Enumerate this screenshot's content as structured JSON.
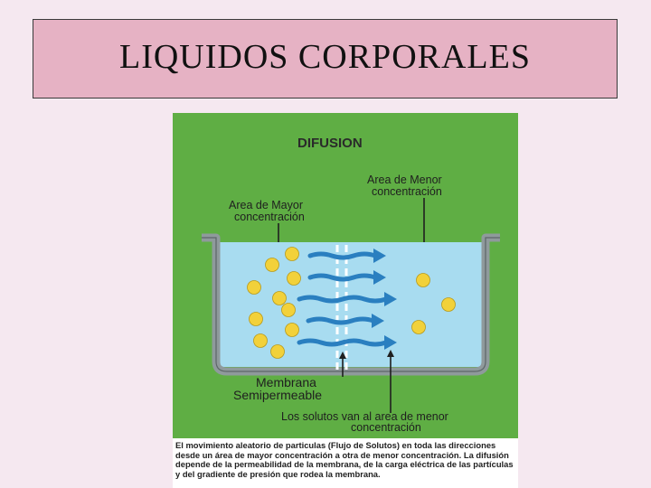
{
  "slide": {
    "title": "LIQUIDOS CORPORALES"
  },
  "diagram": {
    "heading": "DIFUSION",
    "label_low_line1": "Area de Menor",
    "label_low_line2": "concentración",
    "label_high_line1": "Area de Mayor",
    "label_high_line2": "concentración",
    "label_membrane_line1": "Membrana",
    "label_membrane_line2": "Semipermeable",
    "label_solutes_line1": "Los solutos van al area de menor",
    "label_solutes_line2": "concentración",
    "caption": "El movimiento aleatorio de particulas (Flujo de Solutos) en toda las direcciones desde un área de mayor concentración a otra de menor concentración. La difusión depende de la permeabilidad de la membrana, de la carga eléctrica de las partículas y del gradiente de presión que rodea la membrana.",
    "colors": {
      "background": "#5fae44",
      "water": "#a8dcf0",
      "container": "#8f9a9c",
      "particle": "#f2d13a",
      "arrow": "#2a7fc0"
    }
  }
}
